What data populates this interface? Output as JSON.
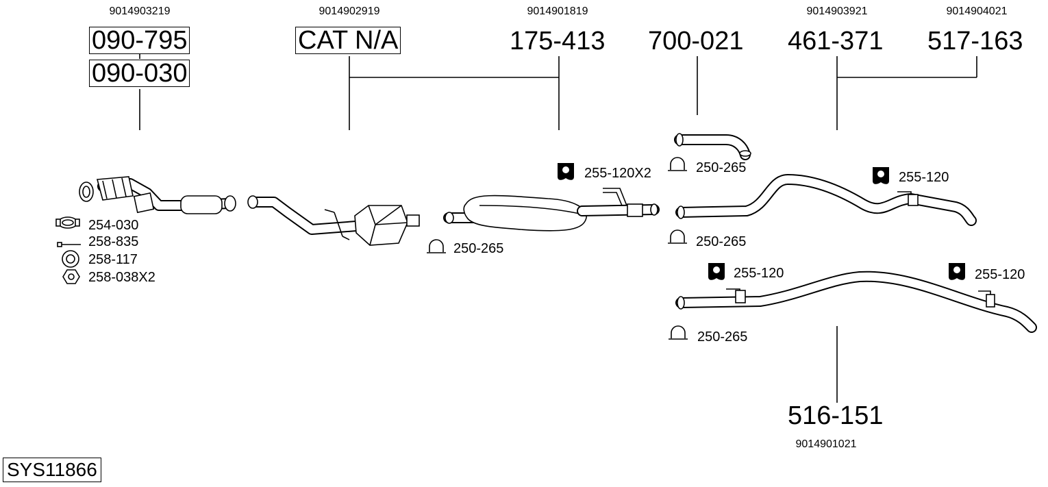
{
  "system_code": "SYS11866",
  "parts": [
    {
      "id": "p1",
      "oem": "9014903219",
      "numbers": [
        "090-795",
        "090-030"
      ],
      "boxed": true
    },
    {
      "id": "p2",
      "oem": "9014902919",
      "numbers": [
        "CAT N/A"
      ],
      "boxed": true
    },
    {
      "id": "p3",
      "oem": "9014901819",
      "numbers": [
        "175-413"
      ],
      "boxed": false
    },
    {
      "id": "p4",
      "oem": "",
      "numbers": [
        "700-021"
      ],
      "boxed": false
    },
    {
      "id": "p5",
      "oem": "9014903921",
      "numbers": [
        "461-371"
      ],
      "boxed": false
    },
    {
      "id": "p6",
      "oem": "9014904021",
      "numbers": [
        "517-163"
      ],
      "boxed": false
    },
    {
      "id": "p7",
      "oem": "9014901021",
      "numbers": [
        "516-151"
      ],
      "boxed": false
    }
  ],
  "accessories": [
    {
      "id": "a1",
      "icon": "clamp-icon",
      "label": "254-030"
    },
    {
      "id": "a2",
      "icon": "bolt-icon",
      "label": "258-835"
    },
    {
      "id": "a3",
      "icon": "ring-gasket-icon",
      "label": "258-117"
    },
    {
      "id": "a4",
      "icon": "nut-icon",
      "label": "258-038X2"
    },
    {
      "id": "a5",
      "icon": "u-clamp-icon",
      "label": "250-265"
    },
    {
      "id": "a6",
      "icon": "rubber-hanger-icon",
      "label": "255-120X2"
    },
    {
      "id": "a7",
      "icon": "u-clamp-icon",
      "label": "250-265"
    },
    {
      "id": "a8",
      "icon": "u-clamp-icon",
      "label": "250-265"
    },
    {
      "id": "a9",
      "icon": "rubber-hanger-icon",
      "label": "255-120"
    },
    {
      "id": "a10",
      "icon": "rubber-hanger-icon",
      "label": "255-120"
    },
    {
      "id": "a11",
      "icon": "rubber-hanger-icon",
      "label": "255-120"
    },
    {
      "id": "a12",
      "icon": "u-clamp-icon",
      "label": "250-265"
    }
  ]
}
